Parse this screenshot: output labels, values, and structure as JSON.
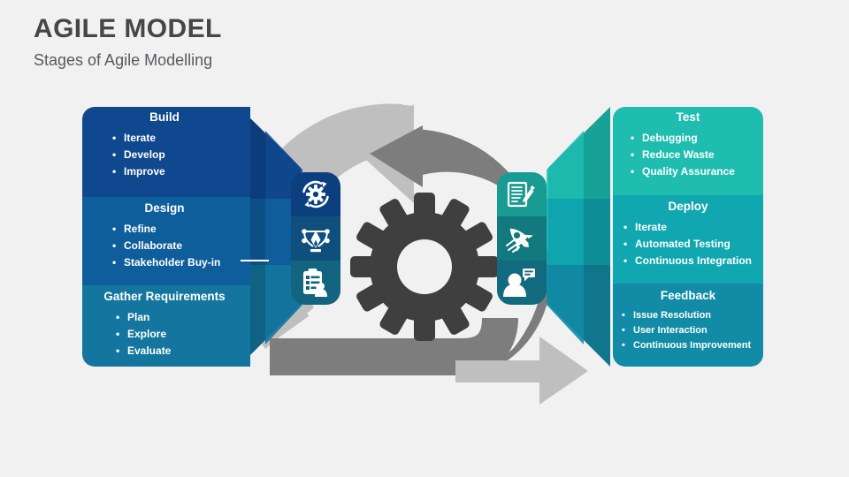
{
  "header": {
    "title": "AGILE MODEL",
    "subtitle": "Stages of Agile Modelling"
  },
  "colors": {
    "background": "#f1f1f1",
    "title_text": "#464646",
    "subtitle_text": "#58595b",
    "gear": "#3f3f3f",
    "arrow_dark": "#7d7d7d",
    "arrow_light": "#bfbfbf",
    "build": "#10488f",
    "design": "#0f5e9c",
    "gather": "#14769e",
    "test": "#1fbdb0",
    "deploy": "#10a7b0",
    "feedback": "#128ca6"
  },
  "left_panels": [
    {
      "id": "build",
      "title": "Build",
      "color": "#10488f",
      "connector": "#0d3c7a",
      "pill": "#0c3f80",
      "icon": "gear-refresh-icon",
      "items": [
        "Iterate",
        "Develop",
        "Improve"
      ]
    },
    {
      "id": "design",
      "title": "Design",
      "color": "#0f5e9c",
      "connector": "#0c4f84",
      "pill": "#0f4f7d",
      "icon": "pen-tool-icon",
      "items": [
        "Refine",
        "Collaborate",
        "Stakeholder Buy-in"
      ]
    },
    {
      "id": "gather-requirements",
      "title": "Gather Requirements",
      "color": "#14769e",
      "connector": "#106285",
      "pill": "#13647f",
      "icon": "clipboard-person-icon",
      "items": [
        "Plan",
        "Explore",
        "Evaluate"
      ]
    }
  ],
  "right_panels": [
    {
      "id": "test",
      "title": "Test",
      "color": "#1fbdb0",
      "connector": "#16a396",
      "pill": "#189b92",
      "icon": "document-pencil-icon",
      "items": [
        "Debugging",
        "Reduce Waste",
        "Quality Assurance"
      ]
    },
    {
      "id": "deploy",
      "title": "Deploy",
      "color": "#10a7b0",
      "connector": "#0d8d96",
      "pill": "#12797f",
      "icon": "rocket-icon",
      "items": [
        "Iterate",
        "Automated Testing",
        "Continuous Integration"
      ]
    },
    {
      "id": "feedback",
      "title": "Feedback",
      "color": "#128ca6",
      "connector": "#0f768c",
      "pill": "#116a7e",
      "icon": "person-feedback-icon",
      "items": [
        "Issue Resolution",
        "User Interaction",
        "Continuous Improvement"
      ]
    }
  ],
  "center": {
    "gear_icon": "gear-icon",
    "arrow_top_icon": "curved-arrow-left-icon",
    "arrow_bottom_icon": "curved-arrow-right-icon"
  }
}
